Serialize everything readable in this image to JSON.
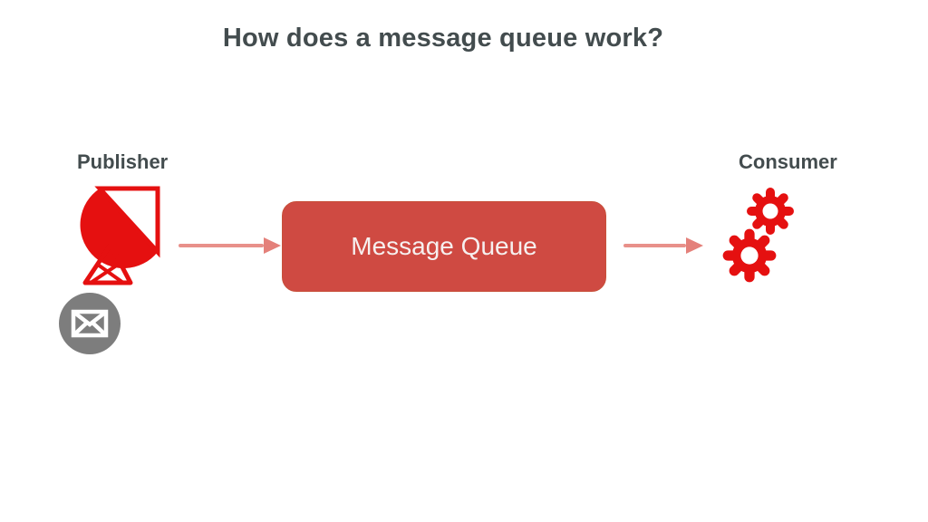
{
  "title": "How does a message queue work?",
  "diagram": {
    "publisher": {
      "label": "Publisher",
      "icon": "satellite-dish-icon"
    },
    "queue": {
      "label": "Message Queue"
    },
    "consumer": {
      "label": "Consumer",
      "icon": "gears-icon"
    },
    "message_icon": "envelope-icon",
    "flow": [
      "publisher",
      "queue",
      "consumer"
    ]
  },
  "colors": {
    "heading_text": "#434c4e",
    "icon_red": "#e51010",
    "queue_box": "#cf4a42",
    "queue_text": "#f6f0ef",
    "arrow": "#e58680",
    "envelope_circle": "#7d7d7d",
    "background": "#ffffff"
  }
}
